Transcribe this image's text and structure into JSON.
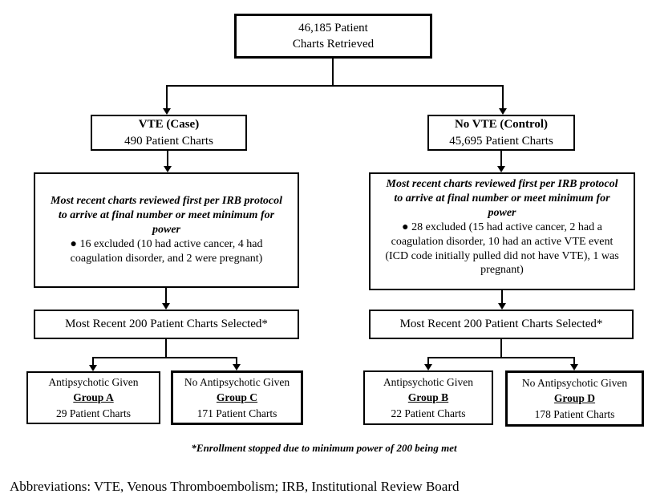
{
  "colors": {
    "background": "#ffffff",
    "line": "#000000",
    "text": "#000000"
  },
  "flowchart": {
    "top_box": {
      "line1": "46,185 Patient",
      "line2": "Charts Retrieved"
    },
    "case_branch": {
      "title": "VTE (Case)",
      "count": "490 Patient Charts"
    },
    "control_branch": {
      "title": "No VTE (Control)",
      "count": "45,695 Patient Charts"
    },
    "case_review": {
      "note": "Most recent charts reviewed first per IRB protocol to arrive at final number or meet minimum for power",
      "bullet": "●  16 excluded (10 had active cancer, 4 had coagulation disorder, and 2 were pregnant)"
    },
    "control_review": {
      "note": "Most recent charts reviewed first per IRB protocol to arrive at final number or meet minimum for power",
      "bullet": "●  28 excluded (15 had active cancer, 2 had a coagulation disorder, 10 had an active VTE event (ICD code initially pulled did not have VTE), 1 was pregnant)"
    },
    "case_selected": "Most Recent 200 Patient Charts Selected*",
    "control_selected": "Most Recent 200 Patient Charts Selected*",
    "groups": [
      {
        "label": "Antipsychotic Given",
        "name": "Group A",
        "count": "29 Patient Charts"
      },
      {
        "label": "No Antipsychotic Given",
        "name": "Group C",
        "count": "171 Patient Charts"
      },
      {
        "label": "Antipsychotic Given",
        "name": "Group B",
        "count": "22 Patient Charts"
      },
      {
        "label": "No Antipsychotic Given",
        "name": "Group D",
        "count": "178 Patient Charts"
      }
    ],
    "footnote": "*Enrollment stopped due to minimum power of 200 being met",
    "abbreviations": "Abbreviations: VTE, Venous Thromboembolism; IRB, Institutional Review Board"
  }
}
